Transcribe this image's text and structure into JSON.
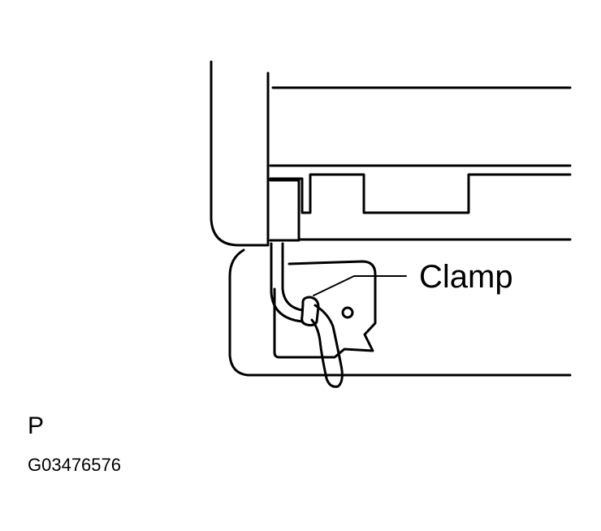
{
  "labels": {
    "clamp": "Clamp",
    "view_letter": "P",
    "figure_code": "G03476576"
  }
}
